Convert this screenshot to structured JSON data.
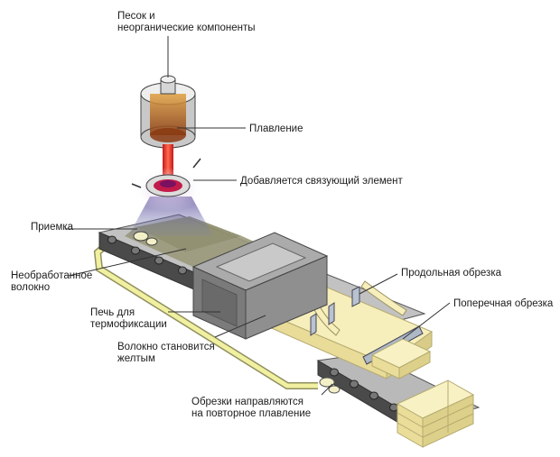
{
  "labels": {
    "sand": [
      "Песок и",
      "неорганические компоненты"
    ],
    "melting": "Плавление",
    "binder": "Добавляется связующий элемент",
    "collection": "Приемка",
    "raw_fiber": [
      "Необработанное",
      "волокно"
    ],
    "oven": [
      "Печь для",
      "термофиксации"
    ],
    "yellow": [
      "Волокно становится",
      "желтым"
    ],
    "recycle": [
      "Обрезки направляются",
      "на повторное плавление"
    ],
    "edge_trim": "Продольная обрезка",
    "cross_cut": "Поперечная обрезка"
  },
  "icons": {
    "furnace": "melting-furnace",
    "spinner": "fiber-spinner-disk",
    "oven": "curing-oven",
    "blade_edge": "edge-trim-blade",
    "blade_cross": "cross-cut-blade",
    "stack": "insulation-batt-stack"
  },
  "colors": {
    "melt": "#d2201b",
    "batt": "#f6eebb",
    "conveyor": "#505050",
    "recycle_path": "#f1f0a0"
  }
}
